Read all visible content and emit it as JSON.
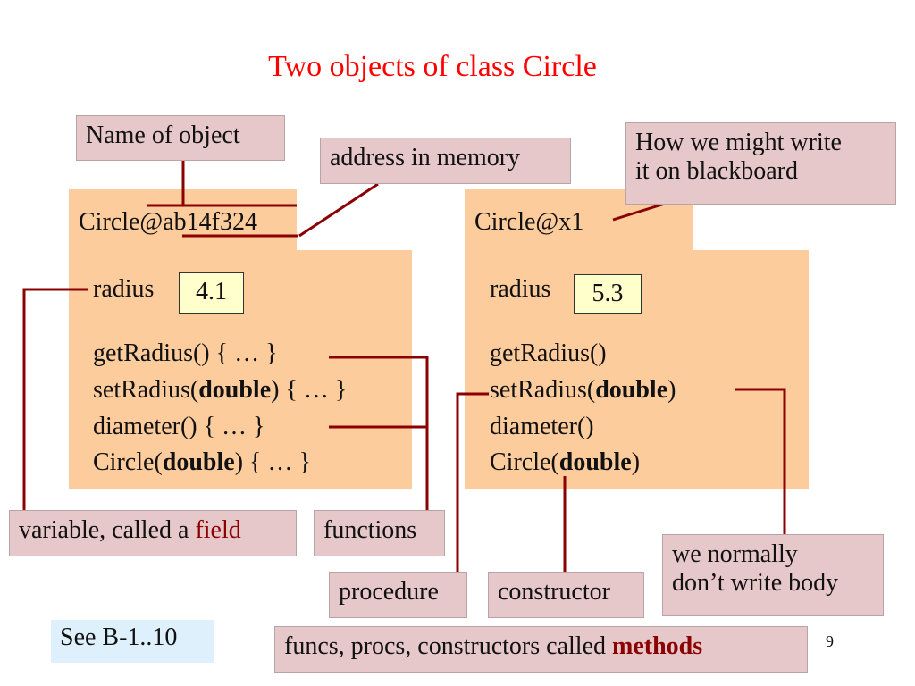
{
  "title": "Two objects of class Circle",
  "labels": {
    "name_of_object": "Name of object",
    "address_in_memory": "address in memory",
    "blackboard_line1": "How we might write",
    "blackboard_line2": "it on blackboard",
    "field_prefix": "variable, called a ",
    "field_word": "field",
    "functions": "functions",
    "procedure": "procedure",
    "constructor": "constructor",
    "no_body_line1": "we normally",
    "no_body_line2": "don’t write body",
    "methods_prefix": "funcs, procs, constructors called ",
    "methods_word": "methods",
    "see_ref": "See B-1..10",
    "page_number": "9"
  },
  "object1": {
    "name_prefix": "Circle@",
    "name_address": "ab14f324",
    "field_name": "radius",
    "field_value": "4.1",
    "m1": "getRadius() { … }",
    "m2_prefix": "setRadius(",
    "m2_type": "double",
    "m2_suffix": ") { … }",
    "m3": "diameter() { … }",
    "m4_prefix": "Circle(",
    "m4_type": "double",
    "m4_suffix": ") { … }"
  },
  "object2": {
    "name": "Circle@x1",
    "field_name": "radius",
    "field_value": "5.3",
    "m1": "getRadius()",
    "m2_prefix": "setRadius(",
    "m2_type": "double",
    "m2_suffix": ")",
    "m3": "diameter()",
    "m4_prefix": "Circle(",
    "m4_type": "double",
    "m4_suffix": ")"
  },
  "colors": {
    "title": "#ff0000",
    "object_fill": "#fdcc9d",
    "label_fill": "#e6c7ca",
    "value_fill": "#ffffcc",
    "connector": "#8b0000",
    "see_fill": "#def0fb"
  }
}
